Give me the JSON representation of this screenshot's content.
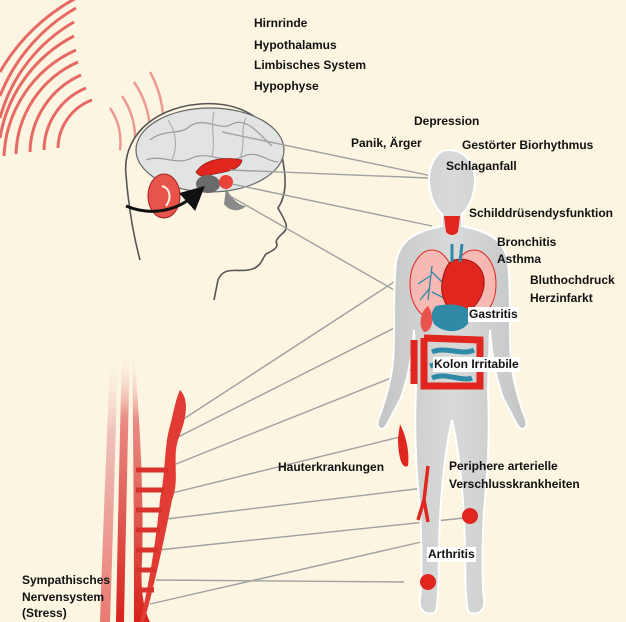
{
  "brain_labels": [
    "Hirnrinde",
    "Hypothalamus",
    "Limbisches System",
    "Hypophyse"
  ],
  "conditions": {
    "depression": "Depression",
    "panic": "Panik, Ärger",
    "biorhythm": "Gestörter Biorhythmus",
    "stroke": "Schlaganfall",
    "thyroid": "Schilddrüsendysfunktion",
    "bronchitis": "Bronchitis",
    "asthma": "Asthma",
    "hypertension": "Bluthochdruck",
    "infarct": "Herzinfarkt",
    "gastritis": "Gastritis",
    "colon": "Kolon Irritabile",
    "skin": "Hauterkrankungen",
    "pavd_1": "Periphere arterielle",
    "pavd_2": "Verschlusskrankheiten",
    "arthritis": "Arthritis"
  },
  "nervous_system": [
    "Sympathisches",
    "Nervensystem",
    "(Stress)"
  ],
  "colors": {
    "background": "#fbf5e2",
    "body": "#cfd0d0",
    "red": "#e0261e",
    "light_red": "#f2a39c",
    "blue": "#2e8aa6",
    "dark_gray": "#4d4e50"
  }
}
